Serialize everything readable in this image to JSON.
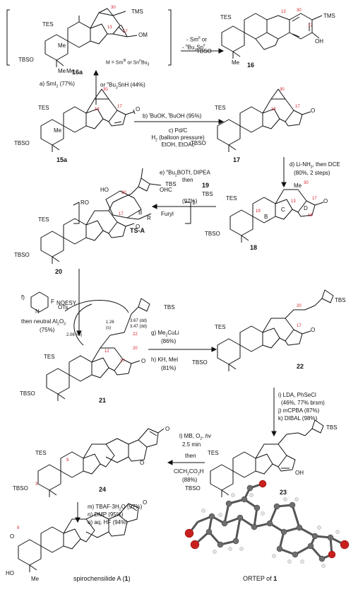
{
  "compounds": {
    "c16a": "16a",
    "c16": "16",
    "c15a": "15a",
    "c17": "17",
    "c18": "18",
    "c19": "19",
    "c20": "20",
    "c21": "21",
    "c22": "22",
    "c23": "23",
    "c24": "24",
    "c1_prefix": "spirochensilide A (",
    "c1_num": "1",
    "c1_suffix": ")",
    "tsa": "TS-A",
    "ortep_prefix": "ORTEP of ",
    "ortep_num": "1",
    "m_label": "M = Sm",
    "m_label_sup1": "III",
    "m_label_mid": " or Sn",
    "m_label_sup2": "n",
    "m_label_end": "Bu",
    "m_label_sub": "3"
  },
  "conditions": {
    "top_line1": "- Sm",
    "top_line1_sup": "II",
    "top_line1_end": " or",
    "top_line2": "- ",
    "top_line2_sup": "n",
    "top_line2_end": "Bu",
    "top_line2_sub": "3",
    "top_line2_tail": "Sn",
    "top_line2_star": "•",
    "a": "a) SmI",
    "a_sub": "2",
    "a_end": " (77%)",
    "a_or": "or ",
    "a_or_sup": "n",
    "a_or_end": "Bu",
    "a_or_sub": "3",
    "a_or_tail": "SnH (44%)",
    "b": "b) ",
    "b_sup1": "t",
    "b_mid": "BuOK, ",
    "b_sup2": "t",
    "b_end": "BuOH (95%)",
    "c1": "c) Pd/C",
    "c2": "H",
    "c2_sub": "2",
    "c2_end": " (balloon pressure)",
    "c3": "EtOH, EtOAc",
    "d1": "d) Li-NH",
    "d1_sub": "3",
    "d1_end": ", then DCE",
    "d2": "(80%, 2 steps)",
    "e1": "e) ",
    "e1_sup": "n",
    "e1_mid": "Bu",
    "e1_sub": "2",
    "e1_end": "BOTf, DIPEA",
    "e2": "then",
    "e3": "(97%)",
    "f1": "f)",
    "f2": "then neutral Al",
    "f2_sub": "2",
    "f2_mid": "O",
    "f2_sub2": "3",
    "f3": "(75%)",
    "g": "g) Me",
    "g_sub": "2",
    "g_end": "CuLi",
    "g_yield": "(86%)",
    "h": "h) KH, MeI",
    "h_yield": "(81%)",
    "i1": "i) LDA, PhSeCl",
    "i2": "(46%, 77% brsm)",
    "j": "j) ",
    "j_it": "m",
    "j_end": "CPBA (87%)",
    "k": "k) DIBAL (98%)",
    "l1": "l) MB, O",
    "l1_sub": "2",
    "l1_mid": ", ",
    "l1_it": "hv",
    "l2": "2.5 min",
    "l3": "then",
    "l4": "ClCH",
    "l4_sub": "2",
    "l4_end": "CO",
    "l4_sub2": "2",
    "l4_tail": "H",
    "l5": "(88%)",
    "m": "m) TBAF·3H",
    "m_sub": "2",
    "m_end": "O (97%)",
    "n": "n) DMP (95%)",
    "o": "o) aq. HF (94%)"
  },
  "atoms": {
    "tms": "TMS",
    "om": "OM",
    "tes": "TES",
    "tbs": "TBS",
    "tbso": "TBSO",
    "o": "O",
    "oh": "OH",
    "ho": "HO",
    "me": "Me",
    "h": "H",
    "ohc": "OHC",
    "ro": "RO",
    "b": "B",
    "r": "R",
    "furyl": "Furyl",
    "otf": "OTs",
    "f": "F",
    "n": "N",
    "dagger": "‡",
    "ring_c": "C",
    "ring_d": "D",
    "ring_b": "B",
    "noesy": "NOESY",
    "j1": "1.26",
    "j1b": "(s)",
    "j2": "2.06 (m)",
    "j3": "3.67 (dd)",
    "j4": "3.47 (dd)"
  },
  "numbering": {
    "n30": "30",
    "n13": "13",
    "n17": "17",
    "n20": "20",
    "n16": "16",
    "n19": "19",
    "n12": "12",
    "n22": "22",
    "n9": "9",
    "n3": "3"
  },
  "colors": {
    "ink": "#111111",
    "numbering": "#d0202a",
    "oxygen": "#c8201e",
    "carbon": "#6e6e6e",
    "hydrogen": "#e4e4e4"
  }
}
